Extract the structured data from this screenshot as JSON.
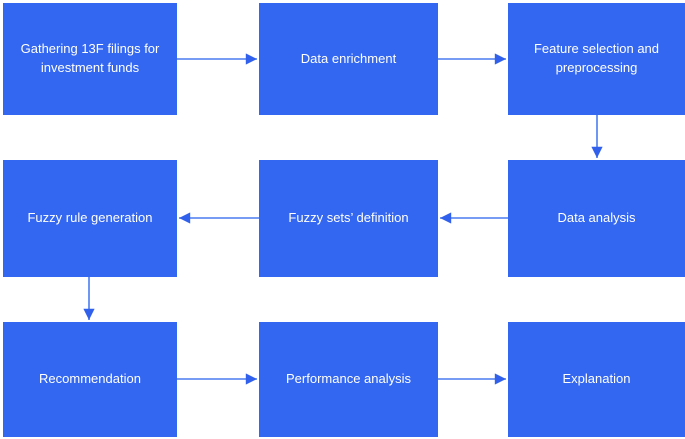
{
  "diagram": {
    "type": "flowchart",
    "background": "#ffffff",
    "colors": {
      "node_fill": "#3366F1",
      "node_text": "#ffffff",
      "edge_line": "#4A7CF0",
      "edge_head": "#3060EC"
    },
    "nodes": [
      {
        "id": "gathering-13f-filings",
        "label": "Gathering 13F filings for investment funds",
        "row": 1,
        "col": 1
      },
      {
        "id": "data-enrichment",
        "label": "Data enrichment",
        "row": 1,
        "col": 2
      },
      {
        "id": "feature-selection-preprocessing",
        "label": "Feature selection and preprocessing",
        "row": 1,
        "col": 3
      },
      {
        "id": "data-analysis",
        "label": "Data analysis",
        "row": 2,
        "col": 3
      },
      {
        "id": "fuzzy-sets-definition",
        "label": "Fuzzy sets’ definition",
        "row": 2,
        "col": 2
      },
      {
        "id": "fuzzy-rule-generation",
        "label": "Fuzzy rule generation",
        "row": 2,
        "col": 1
      },
      {
        "id": "recommendation",
        "label": "Recommendation",
        "row": 3,
        "col": 1
      },
      {
        "id": "performance-analysis",
        "label": "Performance analysis",
        "row": 3,
        "col": 2
      },
      {
        "id": "explanation",
        "label": "Explanation",
        "row": 3,
        "col": 3
      }
    ],
    "edges": [
      {
        "from": "gathering-13f-filings",
        "to": "data-enrichment",
        "direction": "right"
      },
      {
        "from": "data-enrichment",
        "to": "feature-selection-preprocessing",
        "direction": "right"
      },
      {
        "from": "feature-selection-preprocessing",
        "to": "data-analysis",
        "direction": "down"
      },
      {
        "from": "data-analysis",
        "to": "fuzzy-sets-definition",
        "direction": "left"
      },
      {
        "from": "fuzzy-sets-definition",
        "to": "fuzzy-rule-generation",
        "direction": "left"
      },
      {
        "from": "fuzzy-rule-generation",
        "to": "recommendation",
        "direction": "down"
      },
      {
        "from": "recommendation",
        "to": "performance-analysis",
        "direction": "right"
      },
      {
        "from": "performance-analysis",
        "to": "explanation",
        "direction": "right"
      }
    ]
  }
}
